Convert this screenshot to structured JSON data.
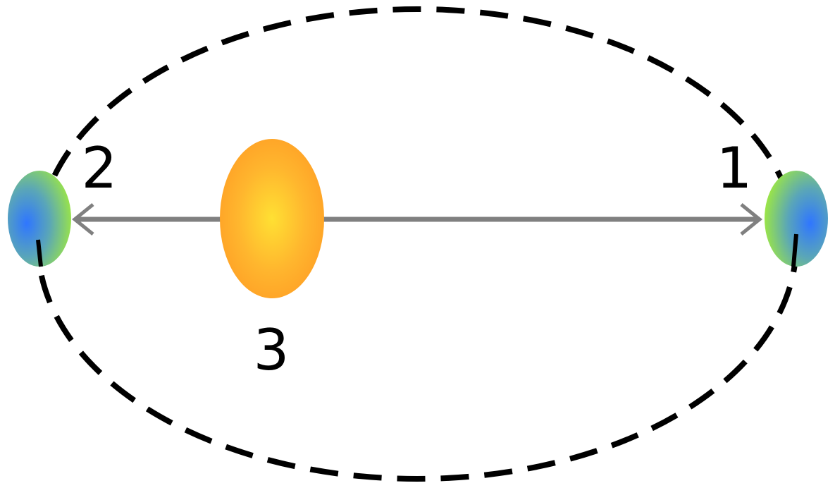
{
  "labels": {
    "point_1": "1",
    "point_2": "2",
    "point_3": "3"
  },
  "colors": {
    "orbit": "#000000",
    "axis": "#808080",
    "star_center": "#ffe033",
    "star_edge": "#ffa628",
    "planet_blue": "#3a7cff",
    "planet_green": "#a8f22f",
    "background": "#ffffff"
  }
}
